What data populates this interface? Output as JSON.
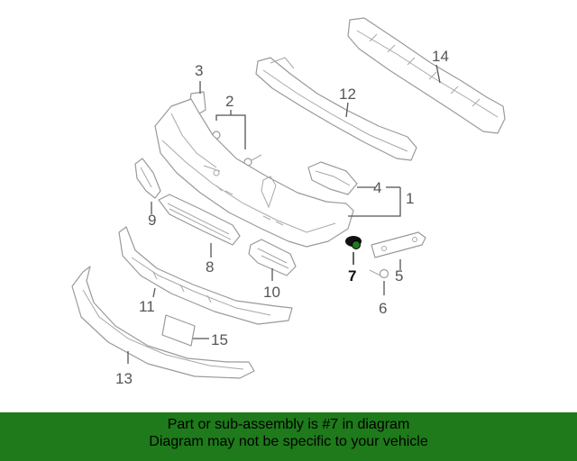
{
  "diagram": {
    "callouts": [
      {
        "id": "c1",
        "label": "1"
      },
      {
        "id": "c2",
        "label": "2"
      },
      {
        "id": "c3",
        "label": "3"
      },
      {
        "id": "c4",
        "label": "4"
      },
      {
        "id": "c5",
        "label": "5"
      },
      {
        "id": "c6",
        "label": "6"
      },
      {
        "id": "c7",
        "label": "7"
      },
      {
        "id": "c8",
        "label": "8"
      },
      {
        "id": "c9",
        "label": "9"
      },
      {
        "id": "c10",
        "label": "10"
      },
      {
        "id": "c11",
        "label": "11"
      },
      {
        "id": "c12",
        "label": "12"
      },
      {
        "id": "c13",
        "label": "13"
      },
      {
        "id": "c14",
        "label": "14"
      },
      {
        "id": "c15",
        "label": "15"
      }
    ],
    "highlight_color": "#1e7a1a"
  },
  "footer": {
    "line1": "Part or sub-assembly is #7 in diagram",
    "line2": "Diagram may not be specific to your vehicle",
    "background": "#1e7a1a"
  }
}
